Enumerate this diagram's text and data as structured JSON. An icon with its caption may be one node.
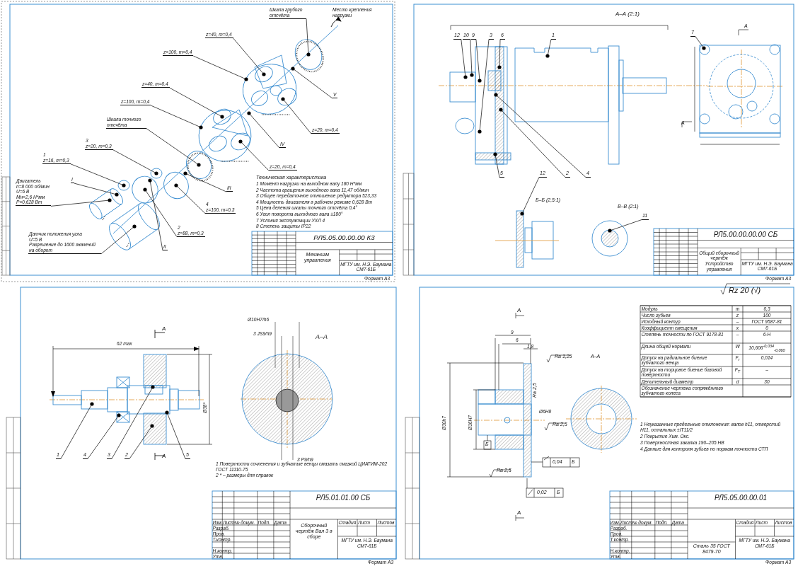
{
  "diagram": {
    "nodes": [
      {
        "text": [
          "Шкала грубого отсчёта"
        ]
      },
      {
        "text": [
          "z=40, m=0,4"
        ]
      },
      {
        "text": [
          "z=100, m=0,4"
        ]
      },
      {
        "text": [
          "V"
        ]
      },
      {
        "text": [
          "z=20, m=0,4"
        ]
      },
      {
        "text": [
          "z=40, m=0,4"
        ]
      },
      {
        "text": [
          "z=100, m=0,4"
        ]
      },
      {
        "text": [
          "IV"
        ]
      },
      {
        "text": [
          "z=20, m=0,4"
        ]
      },
      {
        "text": [
          "Шкала точного отсчёта"
        ]
      },
      {
        "text": [
          "3",
          "z=20, m=0,3"
        ]
      },
      {
        "text": [
          "1",
          "z=16, m=0,3"
        ]
      },
      {
        "text": [
          "I"
        ]
      },
      {
        "text": [
          "II"
        ]
      },
      {
        "text": [
          "III"
        ]
      },
      {
        "text": [
          "4",
          "z=100, m=0,3"
        ]
      },
      {
        "text": [
          "2",
          "z=88, m=0,3"
        ]
      },
      {
        "text": [
          "Двигатель",
          "n=8 000 об/мин",
          "U=6 В",
          "Mн=2,6 Н*мм",
          "P=0,628 Вт"
        ]
      },
      {
        "text": [
          "Датчик положения угла",
          "U=5 В",
          "Разрешение до 1600 значений на оборот"
        ]
      },
      {
        "text": [
          "12"
        ]
      },
      {
        "text": [
          "10"
        ]
      },
      {
        "text": [
          "9"
        ]
      },
      {
        "text": [
          "3"
        ]
      },
      {
        "text": [
          "6"
        ]
      },
      {
        "text": [
          "1"
        ]
      },
      {
        "text": [
          "5"
        ]
      },
      {
        "text": [
          "2"
        ]
      },
      {
        "text": [
          "4"
        ]
      },
      {
        "text": [
          "7"
        ]
      },
      {
        "text": [
          "12"
        ]
      },
      {
        "text": [
          "11"
        ]
      },
      {
        "text": [
          "1"
        ]
      },
      {
        "text": [
          "4"
        ]
      },
      {
        "text": [
          "3"
        ]
      },
      {
        "text": [
          "2"
        ]
      },
      {
        "text": [
          "5"
        ]
      }
    ],
    "edges": [
      {
        "from": 0,
        "to": null,
        "arrow": "other"
      },
      {
        "from": 1,
        "to": null,
        "arrow": "other"
      },
      {
        "from": 2,
        "to": null,
        "arrow": "other"
      },
      {
        "from": 3,
        "to": null,
        "arrow": "other"
      },
      {
        "from": 4,
        "to": null,
        "arrow": "other"
      },
      {
        "from": 5,
        "to": null,
        "arrow": "other"
      },
      {
        "from": 6,
        "to": null,
        "arrow": "other"
      },
      {
        "from": 7,
        "to": null,
        "arrow": "other"
      },
      {
        "from": 8,
        "to": null,
        "arrow": "other"
      },
      {
        "from": 9,
        "to": null,
        "arrow": "other"
      },
      {
        "from": 10,
        "to": null,
        "arrow": "other"
      },
      {
        "from": 11,
        "to": null,
        "arrow": "other"
      },
      {
        "from": 12,
        "to": null,
        "arrow": "other"
      },
      {
        "from": 13,
        "to": null,
        "arrow": "other"
      },
      {
        "from": 14,
        "to": null,
        "arrow": "other"
      },
      {
        "from": 15,
        "to": null,
        "arrow": "other"
      },
      {
        "from": 16,
        "to": null,
        "arrow": "other"
      },
      {
        "from": 17,
        "to": null,
        "arrow": "other"
      },
      {
        "from": 18,
        "to": null,
        "arrow": "other"
      },
      {
        "from": 19,
        "to": null,
        "arrow": "other"
      },
      {
        "from": 20,
        "to": null,
        "arrow": "other"
      },
      {
        "from": 21,
        "to": null,
        "arrow": "other"
      },
      {
        "from": 22,
        "to": null,
        "arrow": "other"
      },
      {
        "from": 23,
        "to": null,
        "arrow": "other"
      },
      {
        "from": 24,
        "to": null,
        "arrow": "other"
      },
      {
        "from": 25,
        "to": null,
        "arrow": "other"
      },
      {
        "from": 26,
        "to": null,
        "arrow": "other"
      },
      {
        "from": 27,
        "to": null,
        "arrow": "other"
      },
      {
        "from": 28,
        "to": null,
        "arrow": "other"
      },
      {
        "from": 29,
        "to": null,
        "arrow": "other"
      },
      {
        "from": 30,
        "to": null,
        "arrow": "other"
      },
      {
        "from": 31,
        "to": null,
        "arrow": "other"
      },
      {
        "from": 32,
        "to": null,
        "arrow": "other"
      },
      {
        "from": 33,
        "to": null,
        "arrow": "other"
      },
      {
        "from": 34,
        "to": null,
        "arrow": "other"
      },
      {
        "from": 35,
        "to": null,
        "arrow": "other"
      }
    ],
    "labels": [
      "Место крепления нагрузки",
      "Техническая характеристика",
      "1 Момент нагрузки на выходном валу 180 Н*мм",
      "2 Частота вращения выходного вала 11,47 об/мин",
      "3 Общее передаточное отношение редуктора 523,33",
      "4 Мощность двигателя в рабочем режиме 0,628 Вт",
      "5 Цена деления шкалы точного отсчёта 0,4°",
      "6 Угол поворота выходного вала ±180°",
      "7 Условия эксплуатации УХЛ 4",
      "8 Степень защиты IP22",
      "РЛ5.05.00.00.00 К3",
      "Механизм управления",
      "МГТУ им. Н.Э. Баумана СМ7-61Б",
      "Формат А3",
      "А–А (2:1)",
      "А",
      "А",
      "Б–Б (2,5:1)",
      "В–В (2:1)",
      "РЛ5.00.00.00.00 СБ",
      "Общий сборочный чертёж",
      "Устройство управления",
      "МГТУ им. Н.Э. Баумана СМ7-61Б",
      "Формат А3",
      "А",
      "А",
      "62 max",
      "Ø38*",
      "А–А",
      "Ø10H7/h6",
      "3 JS9/h9",
      "3 P9/h9",
      "1 Поверхности сочленения и зубчатые венцы смазать смазкой ЦИАТИМ-202 ГОСТ 11110-75",
      "2 * – размеры для справок",
      "РЛ5.01.01.00 СБ",
      "Сборочный чертёж Вал 3 в сборе",
      "Изм.",
      "Лист",
      "№ докум.",
      "Подп.",
      "Дата",
      "Разраб.",
      "Пров.",
      "Т.контр.",
      "Н.контр.",
      "Утв.",
      "Стадия",
      "Лист",
      "Листов",
      "МГТУ им. Н.Э. Баумана СМ7-61Б",
      "Формат А3",
      "Rz 20 (√)",
      "Модуль",
      "m",
      "0,3",
      "Число зубьев",
      "z",
      "100",
      "Исходный контур",
      "–",
      "ГОСТ 9587-81",
      "Коэффициент смещения",
      "x",
      "0",
      "Степень точности по ГОСТ 9178-81",
      "–",
      "6-Н",
      "Длина общей нормали",
      "W",
      "10,606$^{-0,034}$$_{-0,060}$",
      "Допуск на радиальное биение зубчатого венца",
      "F$_{r}$",
      "0,014",
      "Допуск на торцовое биение базовой поверхности",
      "F$_{T}$",
      "–",
      "Делительный диаметр",
      "d",
      "30",
      "Обозначение чертежа сопряжённого зубчатого колеса",
      "А",
      "9",
      "6",
      "1,8",
      "Ra 1,25",
      "Ra 2,5",
      "Ø30h7",
      "Ø16H7",
      "Ø6H8",
      "Ra 2,5",
      "Б",
      "0,04",
      "Б",
      "Ra 2,5",
      "0,02",
      "Б",
      "А",
      "А–А",
      "1 Неуказанные предельные отклонения: валов h11, отверстий H11, остальных ±IT11/2",
      "2 Покрытие Хим. Окс.",
      "3 Поверхностная закалка 190–205 НВ",
      "4 Данные для контроля зубьев по нормам точности СТП",
      "РЛ5.05.00.00.01",
      "Изм.",
      "Лист",
      "№ докум.",
      "Подп.",
      "Дата",
      "Разраб.",
      "Пров.",
      "Т.контр.",
      "Н.контр.",
      "Утв.",
      "Стадия",
      "Лист",
      "Листов",
      "Сталь 35 ГОСТ 8479-70",
      "МГТУ им. Н.Э. Баумана СМ7-61Б",
      "Формат А3"
    ]
  }
}
